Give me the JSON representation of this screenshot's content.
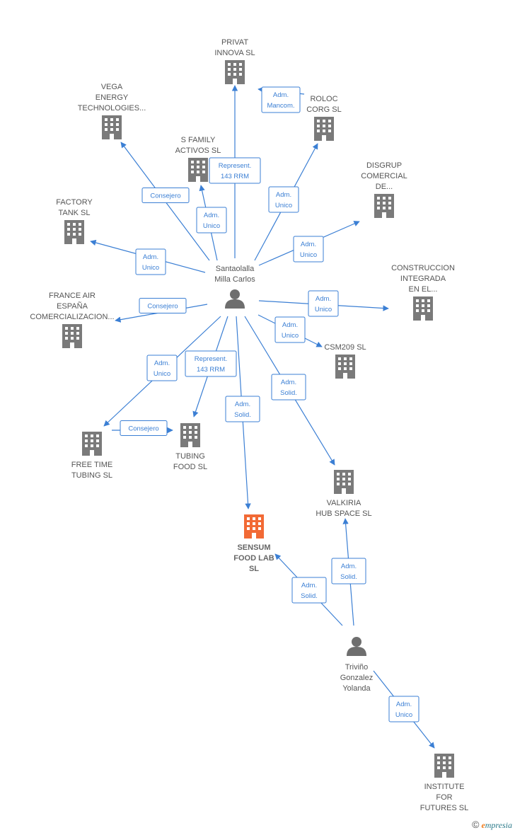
{
  "nodes": [
    {
      "id": "privat",
      "type": "company",
      "label": [
        "PRIVAT",
        "INNOVA  SL"
      ]
    },
    {
      "id": "vega",
      "type": "company",
      "label": [
        "VEGA",
        "ENERGY",
        "TECHNOLOGIES..."
      ]
    },
    {
      "id": "roloc",
      "type": "company",
      "label": [
        "ROLOC",
        "CORG  SL"
      ]
    },
    {
      "id": "sfamily",
      "type": "company",
      "label": [
        "S FAMILY",
        "ACTIVOS  SL"
      ]
    },
    {
      "id": "disgrup",
      "type": "company",
      "label": [
        "DISGRUP",
        "COMERCIAL",
        "DE..."
      ]
    },
    {
      "id": "factory",
      "type": "company",
      "label": [
        "FACTORY",
        "TANK  SL"
      ]
    },
    {
      "id": "construccion",
      "type": "company",
      "label": [
        "CONSTRUCCION",
        "INTEGRADA",
        "EN EL..."
      ]
    },
    {
      "id": "france",
      "type": "company",
      "label": [
        "FRANCE AIR",
        "ESPAÑA",
        "COMERCIALIZACION..."
      ]
    },
    {
      "id": "csm209",
      "type": "company",
      "label": [
        "CSM209 SL"
      ]
    },
    {
      "id": "freetime",
      "type": "company",
      "label": [
        "FREE TIME",
        "TUBING  SL"
      ]
    },
    {
      "id": "tubing",
      "type": "company",
      "label": [
        "TUBING",
        "FOOD SL"
      ]
    },
    {
      "id": "sensum",
      "type": "company",
      "main": true,
      "label": [
        "SENSUM",
        "FOOD LAB",
        "SL"
      ]
    },
    {
      "id": "valkiria",
      "type": "company",
      "label": [
        "VALKIRIA",
        "HUB SPACE SL"
      ]
    },
    {
      "id": "institute",
      "type": "company",
      "label": [
        "INSTITUTE",
        "FOR",
        "FUTURES  SL"
      ]
    },
    {
      "id": "santaolalla",
      "type": "person",
      "label": [
        "Santaolalla",
        "Milla Carlos"
      ]
    },
    {
      "id": "trivino",
      "type": "person",
      "label": [
        "Triviño",
        "Gonzalez",
        "Yolanda"
      ]
    }
  ],
  "edges": [
    {
      "from": "santaolalla",
      "to": "privat",
      "label": [
        "Represent.",
        "143 RRM"
      ]
    },
    {
      "from": "santaolalla",
      "to": "roloc",
      "label": [
        "Adm.",
        "Mancom."
      ]
    },
    {
      "from": "santaolalla",
      "to": "vega",
      "label": [
        "Consejero"
      ]
    },
    {
      "from": "santaolalla",
      "to": "sfamily",
      "label": [
        "Adm.",
        "Unico"
      ]
    },
    {
      "from": "santaolalla",
      "to": "roloc",
      "label": [
        "Adm.",
        "Unico"
      ]
    },
    {
      "from": "santaolalla",
      "to": "disgrup",
      "label": [
        "Adm.",
        "Unico"
      ]
    },
    {
      "from": "santaolalla",
      "to": "factory",
      "label": [
        "Adm.",
        "Unico"
      ]
    },
    {
      "from": "santaolalla",
      "to": "construccion",
      "label": [
        "Adm.",
        "Unico"
      ]
    },
    {
      "from": "santaolalla",
      "to": "france",
      "label": [
        "Consejero"
      ]
    },
    {
      "from": "santaolalla",
      "to": "csm209",
      "label": [
        "Adm.",
        "Unico"
      ]
    },
    {
      "from": "santaolalla",
      "to": "freetime",
      "label": [
        "Adm.",
        "Unico"
      ]
    },
    {
      "from": "santaolalla",
      "to": "tubing",
      "label": [
        "Represent.",
        "143 RRM"
      ]
    },
    {
      "from": "santaolalla",
      "to": "sensum",
      "label": [
        "Adm.",
        "Solid."
      ]
    },
    {
      "from": "santaolalla",
      "to": "valkiria",
      "label": [
        "Adm.",
        "Solid."
      ]
    },
    {
      "from": "freetime",
      "to": "tubing",
      "label": [
        "Consejero"
      ]
    },
    {
      "from": "trivino",
      "to": "sensum",
      "label": [
        "Adm.",
        "Solid."
      ]
    },
    {
      "from": "trivino",
      "to": "valkiria",
      "label": [
        "Adm.",
        "Solid."
      ]
    },
    {
      "from": "trivino",
      "to": "institute",
      "label": [
        "Adm.",
        "Unico"
      ]
    }
  ],
  "colors": {
    "edge": "#3b7fd4",
    "company": "#7a7a7a",
    "main_company": "#f26a35",
    "person": "#6e6e6e"
  },
  "footer": {
    "copyright_symbol": "©",
    "brand_initial": "e",
    "brand_rest": "mpresia"
  }
}
